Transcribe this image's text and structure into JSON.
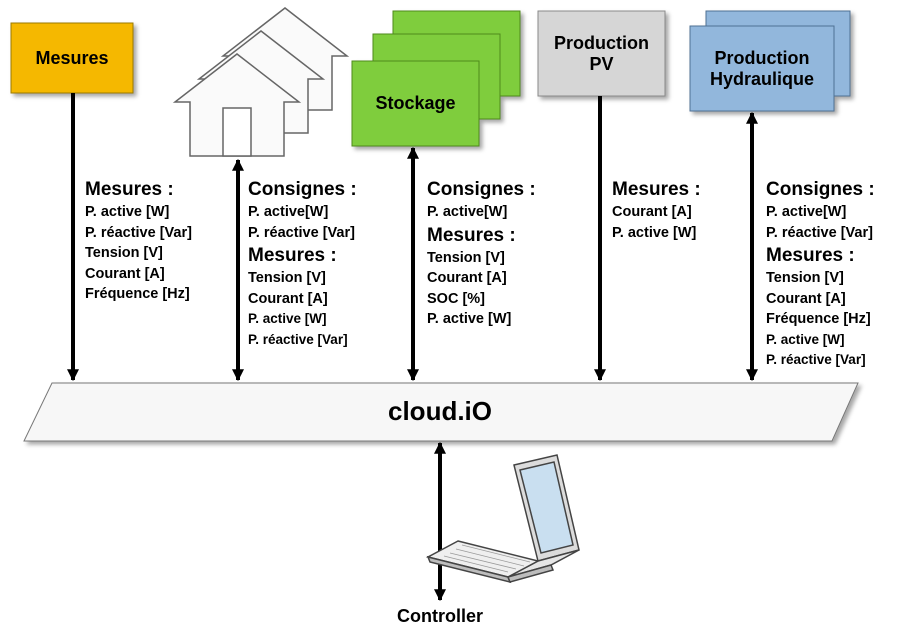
{
  "colors": {
    "mesures_fill": "#f5b800",
    "stockage_fill": "#7fcd3e",
    "pv_fill": "#d6d6d6",
    "hydro_fill": "#92b7dc",
    "bus_fill": "#f7f7f7",
    "arrow": "#000000"
  },
  "nodes": {
    "mesures": "Mesures",
    "stockage": "Stockage",
    "pv": "Production\nPV",
    "hydro": "Production\nHydraulique",
    "bus": "cloud.iO",
    "controller": "Controller"
  },
  "icons": {
    "houses": "house-stack-icon",
    "laptop": "laptop-icon"
  },
  "labels": {
    "col1": {
      "heading": "Mesures :",
      "items": [
        "P. active [W]",
        "P. réactive [Var]",
        "Tension [V]",
        "Courant [A]",
        "Fréquence [Hz]"
      ]
    },
    "col2": {
      "consignes_heading": "Consignes :",
      "consignes": [
        "P. active[W]",
        "P. réactive [Var]"
      ],
      "mesures_heading": "Mesures :",
      "mesures": [
        "Tension [V]",
        "Courant [A]",
        "P. active [W]",
        "P. réactive [Var]"
      ]
    },
    "col3": {
      "consignes_heading": "Consignes :",
      "consignes": [
        "P. active[W]"
      ],
      "mesures_heading": "Mesures :",
      "mesures": [
        "Tension [V]",
        "Courant [A]",
        "SOC [%]",
        "P. active [W]"
      ]
    },
    "col4": {
      "heading": "Mesures :",
      "items": [
        "Courant [A]",
        "P. active [W]"
      ]
    },
    "col5": {
      "consignes_heading": "Consignes :",
      "consignes": [
        "P. active[W]",
        "P. réactive [Var]"
      ],
      "mesures_heading": "Mesures :",
      "mesures": [
        "Tension [V]",
        "Courant [A]",
        "Fréquence [Hz]",
        "P. active [W]",
        "P. réactive [Var]"
      ]
    }
  }
}
